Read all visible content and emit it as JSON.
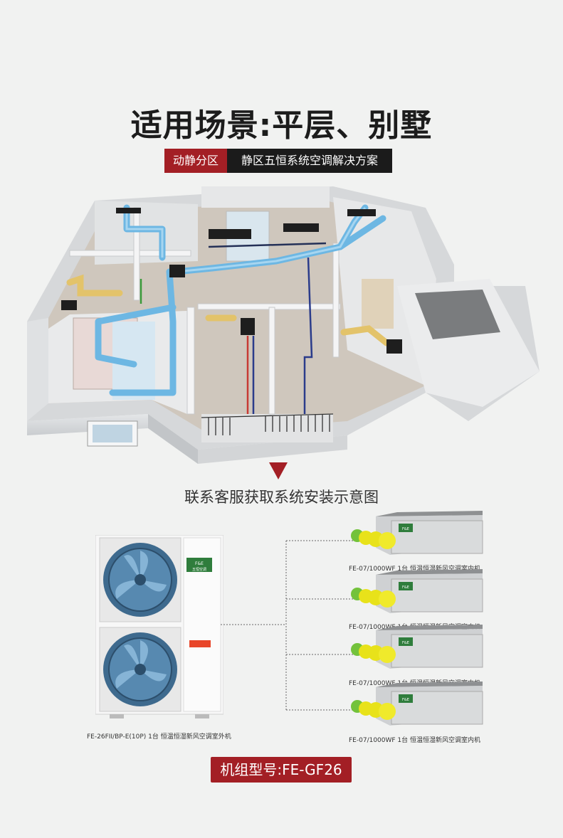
{
  "heading": {
    "title": "适用场景:平层、别墅"
  },
  "banner": {
    "left_label": "动静分区",
    "right_label": "静区五恒系统空调解决方案"
  },
  "subtitle": "联系客服获取系统安装示意图",
  "outdoor_unit": {
    "label": "FE-26FII/BP-E(10P)  1台  恒温恒湿新风空调室外机",
    "panel_logo": "F&E",
    "panel_text": "五恒空调"
  },
  "indoor_units": [
    {
      "label": "FE-07/1000WF  1台  恒温恒湿新风空调室内机",
      "logo": "F&E"
    },
    {
      "label": "FE-07/1000WF  1台  恒温恒湿新风空调室内机",
      "logo": "F&E"
    },
    {
      "label": "FE-07/1000WF  1台  恒温恒湿新风空调室内机",
      "logo": "F&E"
    },
    {
      "label": "FE-07/1000WF  1台  恒温恒湿新风空调室内机",
      "logo": "F&E"
    }
  ],
  "model_button": {
    "label": "机组型号:FE-GF26"
  },
  "colors": {
    "accent_red": "#a31f25",
    "dark": "#1b1b1b",
    "duct_blue": "#6db7e3",
    "duct_yellow": "#e3c36a"
  }
}
